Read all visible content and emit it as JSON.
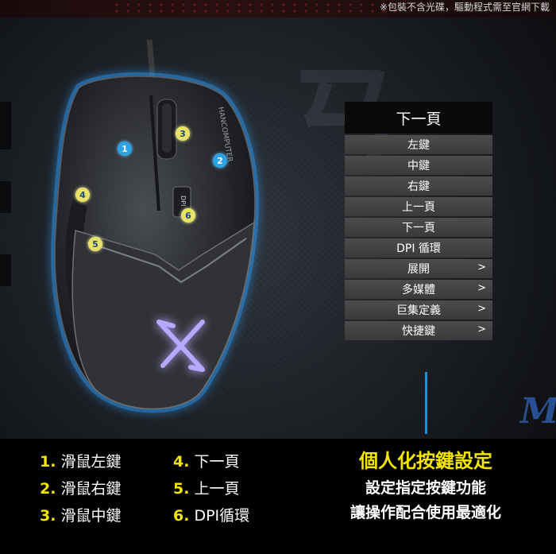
{
  "disclaimer": "※包裝不含光碟，驅動程式需至官網下載",
  "mouse": {
    "logo_letter": "X",
    "dpi_label": "DPI",
    "side_text": "HANCOMPUTER",
    "badges": [
      "1",
      "2",
      "3",
      "4",
      "5",
      "6"
    ]
  },
  "menu": {
    "title": "下一頁",
    "items": [
      {
        "label": "左鍵",
        "arrow": ""
      },
      {
        "label": "中鍵",
        "arrow": ""
      },
      {
        "label": "右鍵",
        "arrow": ""
      },
      {
        "label": "上一頁",
        "arrow": ""
      },
      {
        "label": "下一頁",
        "arrow": ""
      },
      {
        "label": "DPI 循環",
        "arrow": ""
      },
      {
        "label": "展開",
        "arrow": ">"
      },
      {
        "label": "多媒體",
        "arrow": ">"
      },
      {
        "label": "巨集定義",
        "arrow": ">"
      },
      {
        "label": "快捷鍵",
        "arrow": ">"
      }
    ]
  },
  "legend": [
    {
      "num": "1.",
      "text": "滑鼠左鍵"
    },
    {
      "num": "2.",
      "text": "滑鼠右鍵"
    },
    {
      "num": "3.",
      "text": "滑鼠中鍵"
    },
    {
      "num": "4.",
      "text": "下一頁"
    },
    {
      "num": "5.",
      "text": "上一頁"
    },
    {
      "num": "6.",
      "text": "DPI循環"
    }
  ],
  "promo": {
    "title": "個人化按鍵設定",
    "line1": "設定指定按鍵功能",
    "line2": "讓操作配合使用最適化"
  },
  "colors": {
    "accent_yellow": "#f2e500",
    "accent_blue": "#1f8ed8",
    "menu_item": "#434343"
  }
}
